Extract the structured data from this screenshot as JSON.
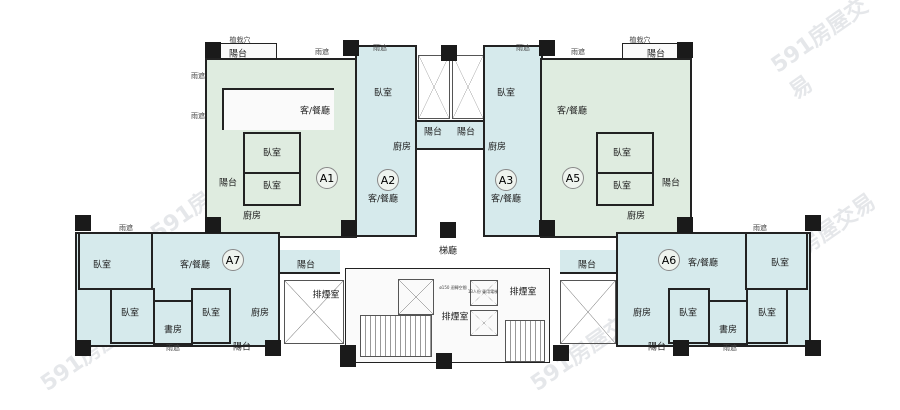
{
  "labels": {
    "planter": "植栽穴",
    "balcony": "陽台",
    "canopy": "雨遮",
    "living_dining": "客/餐廳",
    "bedroom": "臥室",
    "kitchen": "廚房",
    "study": "書房",
    "elevator_hall": "梯廳",
    "smoke_room": "排煙室",
    "turning_space": "ø150 迴轉空間",
    "elevator": "13人份 乘用電梯"
  },
  "units": [
    "A1",
    "A2",
    "A3",
    "A5",
    "A6",
    "A7"
  ],
  "watermark": "591房屋交易",
  "colors": {
    "green_unit": "#dfece0",
    "blue_unit": "#d6eaec",
    "wall": "#222222"
  }
}
